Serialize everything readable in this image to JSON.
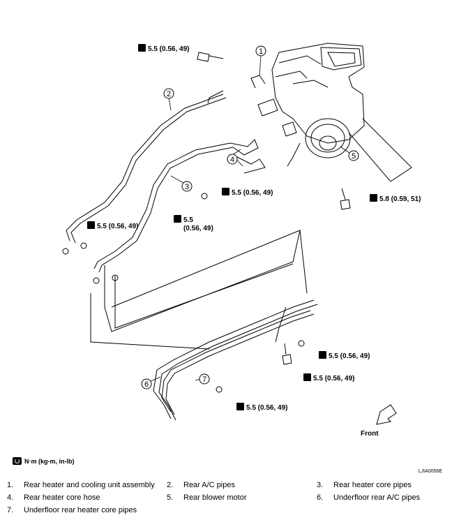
{
  "torque_labels": {
    "top_bolt": "5.5 (0.56, 49)",
    "center_nut": "5.5 (0.56, 49)",
    "right_bolt": "5.8 (0.59, 51)",
    "left_nut": "5.5 (0.56, 49)",
    "mid_nut_value": "5.5",
    "mid_nut_units": "(0.56, 49)",
    "lower_nut": "5.5 (0.56, 49)",
    "lower_bolt": "5.5 (0.56, 49)",
    "bottom_nut": "5.5 (0.56, 49)"
  },
  "callouts": [
    "1",
    "2",
    "3",
    "4",
    "5",
    "6",
    "7"
  ],
  "front_label": "Front",
  "legend": {
    "icon": "torque-wrench-icon",
    "text": "N·m (kg-m, in-lb)"
  },
  "figure_id": "LJIA0056E",
  "parts": [
    {
      "num": "1.",
      "name": "Rear heater and cooling unit assembly"
    },
    {
      "num": "2.",
      "name": "Rear A/C pipes"
    },
    {
      "num": "3.",
      "name": "Rear heater core pipes"
    },
    {
      "num": "4.",
      "name": "Rear heater core hose"
    },
    {
      "num": "5.",
      "name": "Rear blower motor"
    },
    {
      "num": "6.",
      "name": "Underfloor rear A/C pipes"
    },
    {
      "num": "7.",
      "name": "Underfloor rear heater core pipes"
    }
  ]
}
